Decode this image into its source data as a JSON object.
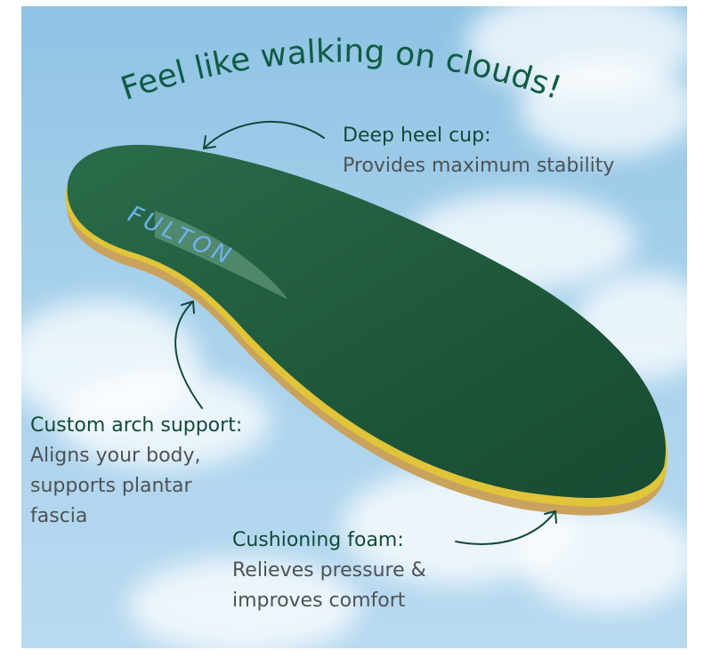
{
  "headline": "Feel like walking on clouds!",
  "brand": "FULTON",
  "callouts": {
    "heel": {
      "title": "Deep heel cup:",
      "lines": [
        "Provides maximum stability"
      ]
    },
    "arch": {
      "title": "Custom arch support:",
      "lines": [
        "Aligns your body,",
        "supports plantar",
        "fascia"
      ]
    },
    "foam": {
      "title": "Cushioning foam:",
      "lines": [
        "Relieves pressure &",
        "improves comfort"
      ]
    }
  },
  "colors": {
    "sky": "#a7d1ec",
    "insole_top": "#1f5a3c",
    "insole_edge_yellow": "#e0c43a",
    "cork": "#c9a35e",
    "title_text": "#114a3a",
    "body_text": "#4d5356"
  },
  "icons": [
    "curved-arrow-icon"
  ]
}
